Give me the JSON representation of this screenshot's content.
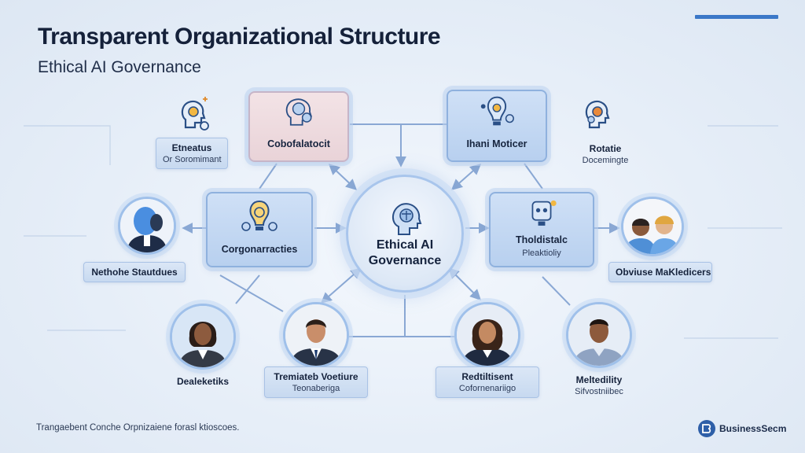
{
  "header": {
    "title": "Transparent Organizational Structure",
    "subtitle": "Ethical AI Governance"
  },
  "footer": {
    "note": "Trangaebent Conche Orpnizaiene forasl ktioscoes.",
    "brand": "BusinessSecm"
  },
  "center": {
    "line1": "Ethical AI",
    "line2": "Governance",
    "icon": "brain-icon"
  },
  "cards": {
    "top_left": {
      "label": "Cobofalatocit",
      "icon": "brain-gears-icon"
    },
    "top_right": {
      "label": "Ihani Moticer",
      "icon": "lightbulb-gears-icon"
    },
    "mid_left": {
      "label": "Corgonarracties",
      "icon": "lightbulb-gears-icon"
    },
    "mid_right": {
      "label": "Tholdistalc",
      "sublabel": "Pleaktioliy",
      "icon": "robot-head-icon"
    }
  },
  "tags": {
    "top_far_left": {
      "main": "Etneatus",
      "sub": "Or Soromimant",
      "icon": "head-gears-icon"
    },
    "top_far_right": {
      "main": "Rotatie",
      "sub": "Docemingte",
      "icon": "head-gears-icon"
    },
    "mid_far_left": {
      "main": "Nethohe Stautdues"
    },
    "mid_far_right": {
      "main": "Obviuse MaKledicers"
    },
    "bottom_1": {
      "main": "Dealeketiks"
    },
    "bottom_2": {
      "main": "Tremiateb Voetiure",
      "sub": "Teonaberiga"
    },
    "bottom_3": {
      "main": "Redtiltisent",
      "sub": "Cofornenariigo"
    },
    "bottom_4": {
      "main": "Meltedility",
      "sub": "Sifvostniibec"
    }
  },
  "colors": {
    "accent": "#3b78c8",
    "card_blue": "#c3d7f2",
    "card_pink": "#ecd9dd",
    "connector": "#8aa8d4",
    "title": "#15213a"
  }
}
